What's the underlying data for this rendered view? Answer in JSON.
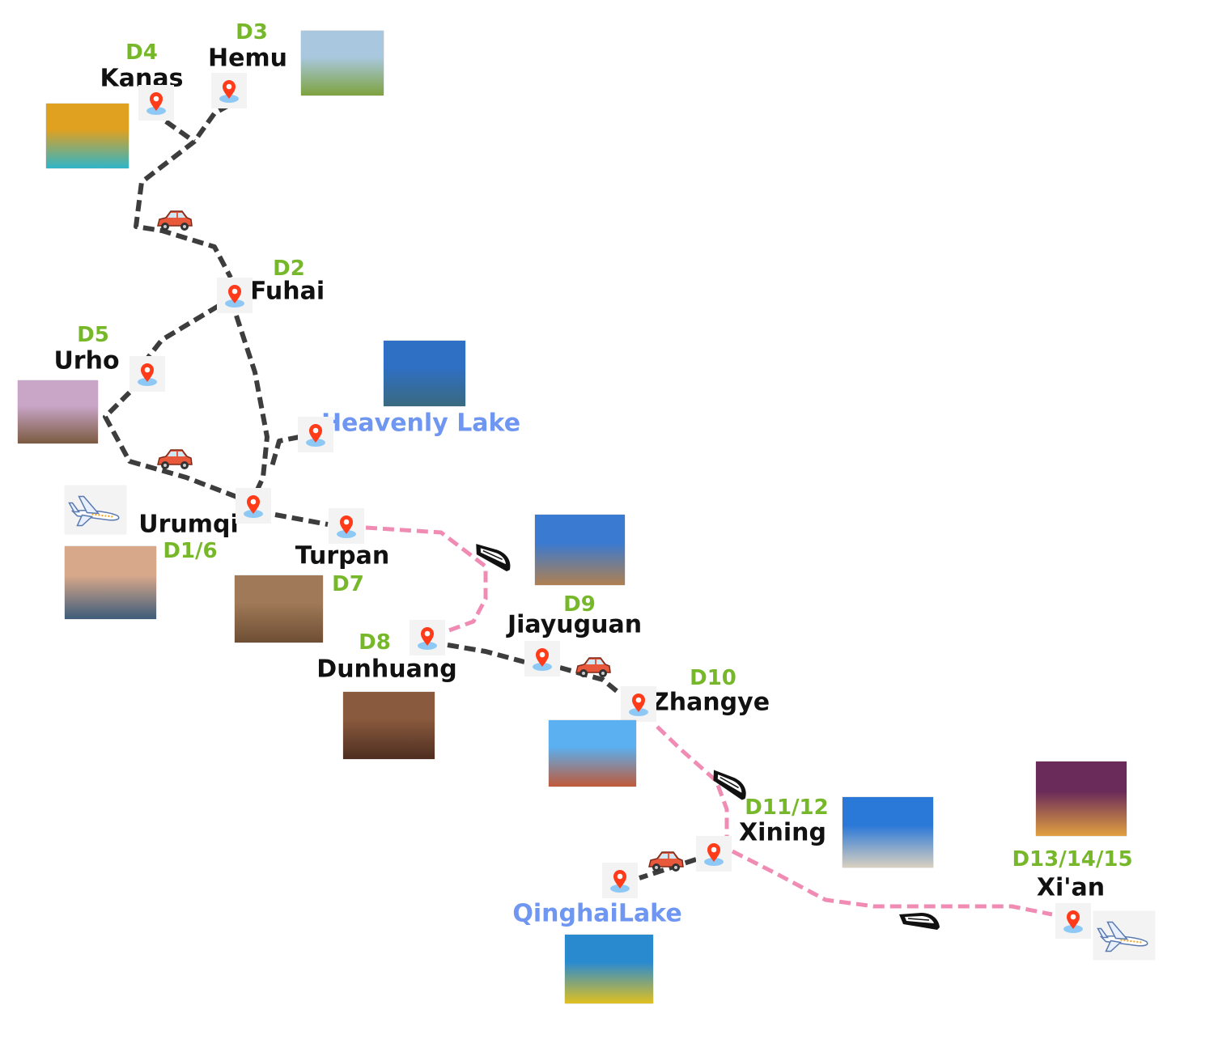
{
  "title": "Xinjiang - Gansu - Qinghai - Xi'an 15-day route",
  "colors": {
    "day": "#76b82a",
    "name": "#111111",
    "optional": "#6f96f0",
    "road": "#3d3d3d",
    "rail": "#f08cb4",
    "pin": "#ff3b1a",
    "pin_base": "#8ec9f5"
  },
  "stops": [
    {
      "day": "D4",
      "name": "Kanas",
      "photo": "river-forest"
    },
    {
      "day": "D3",
      "name": "Hemu",
      "photo": "village-valley"
    },
    {
      "day": "D2",
      "name": "Fuhai",
      "photo": ""
    },
    {
      "day": "D5",
      "name": "Urho",
      "photo": "ghost-city-sunset"
    },
    {
      "day": "",
      "name": "Heavenly Lake",
      "photo": "mountain-lake",
      "optional": true
    },
    {
      "day": "D1/6",
      "name": "Urumqi",
      "photo": "city-skyline"
    },
    {
      "day": "D7",
      "name": "Turpan",
      "photo": "ancient-ruins"
    },
    {
      "day": "D8",
      "name": "Dunhuang",
      "photo": "cave-buddhas"
    },
    {
      "day": "D9",
      "name": "Jiayuguan",
      "photo": "fortress-pass"
    },
    {
      "day": "D10",
      "name": "Zhangye",
      "photo": "rainbow-hills-balloons"
    },
    {
      "day": "D11/12",
      "name": "Xining",
      "photo": "stupa-temple"
    },
    {
      "day": "",
      "name": "QinghaiLake",
      "photo": "lake-rapeseed",
      "optional": true
    },
    {
      "day": "D13/14/15",
      "name": "Xi'an",
      "photo": "night-city"
    }
  ],
  "transport": {
    "road": "car-icon",
    "rail": "train-icon",
    "air": "airplane-icon"
  }
}
